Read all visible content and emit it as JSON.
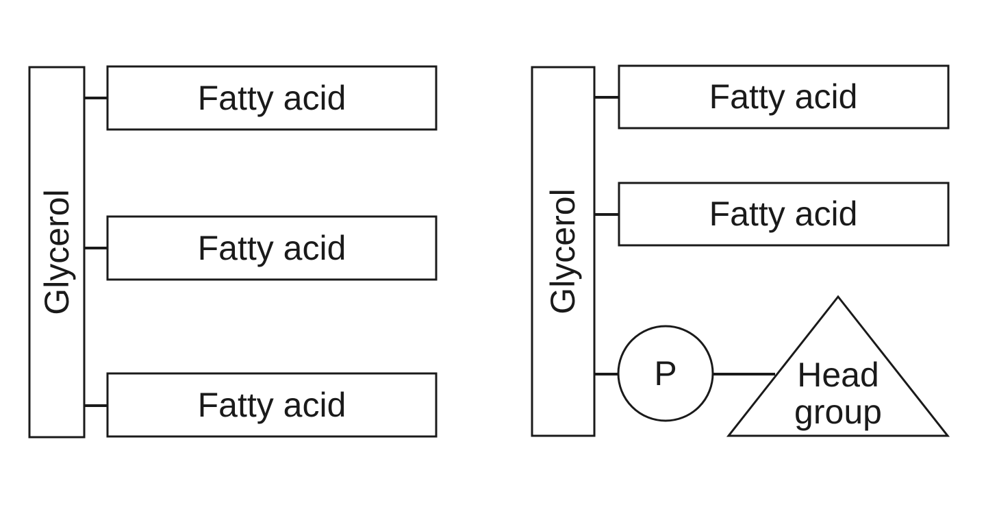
{
  "triglyceride": {
    "backbone_label": "Glycerol",
    "chains": [
      "Fatty acid",
      "Fatty acid",
      "Fatty acid"
    ]
  },
  "phospholipid": {
    "backbone_label": "Glycerol",
    "chains": [
      "Fatty acid",
      "Fatty acid"
    ],
    "phosphate_label": "P",
    "head_group_line1": "Head",
    "head_group_line2": "group"
  },
  "colors": {
    "stroke": "#1a1a1a",
    "background": "#ffffff"
  }
}
